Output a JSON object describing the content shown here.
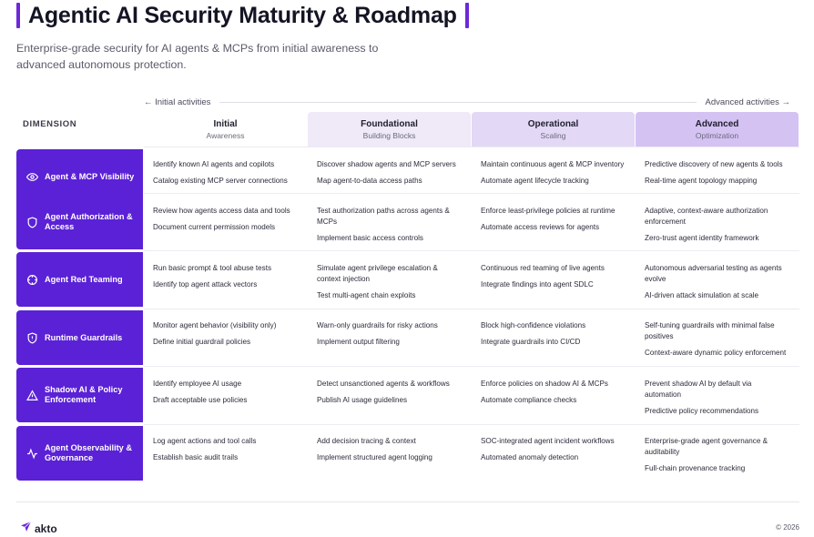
{
  "header": {
    "title": "Agentic AI Security Maturity & Roadmap",
    "subtitle": "Enterprise-grade security for AI agents & MCPs from initial awareness to advanced autonomous protection."
  },
  "progress": {
    "left_label": "← Initial activities",
    "right_label": "Advanced activities →"
  },
  "dimension_header": "DIMENSION",
  "columns": [
    {
      "title": "Initial",
      "subtitle": "Awareness",
      "color": "#ffffff"
    },
    {
      "title": "Foundational",
      "subtitle": "Building Blocks",
      "color": "#efe9f8"
    },
    {
      "title": "Operational",
      "subtitle": "Scaling",
      "color": "#e3d8f6"
    },
    {
      "title": "Advanced",
      "subtitle": "Optimization",
      "color": "#d4c2f3"
    }
  ],
  "rows": [
    {
      "label": "Agent & MCP Visibility",
      "icon": "eye-icon",
      "cells": [
        [
          "Identify known AI agents and copilots",
          "Catalog existing MCP server connections"
        ],
        [
          "Discover shadow agents and MCP servers",
          "Map agent-to-data access paths"
        ],
        [
          "Maintain continuous agent & MCP inventory",
          "Automate agent lifecycle tracking"
        ],
        [
          "Predictive discovery of new agents & tools",
          "Real-time agent topology mapping"
        ]
      ]
    },
    {
      "label": "Agent Authorization & Access",
      "icon": "shield-icon",
      "cells": [
        [
          "Review how agents access data and tools",
          "Document current permission models"
        ],
        [
          "Test authorization paths across agents & MCPs",
          "Implement basic access controls"
        ],
        [
          "Enforce least-privilege policies at runtime",
          "Automate access reviews for agents"
        ],
        [
          "Adaptive, context-aware authorization enforcement",
          "Zero-trust agent identity framework"
        ]
      ]
    },
    {
      "label": "Agent Red Teaming",
      "icon": "crosshair-icon",
      "cells": [
        [
          "Run basic prompt & tool abuse tests",
          "Identify top agent attack vectors"
        ],
        [
          "Simulate agent privilege escalation & context injection",
          "Test multi-agent chain exploits"
        ],
        [
          "Continuous red teaming of live agents",
          "Integrate findings into agent SDLC"
        ],
        [
          "Autonomous adversarial testing as agents evolve",
          "AI-driven attack simulation at scale"
        ]
      ]
    },
    {
      "label": "Runtime Guardrails",
      "icon": "shield-alert-icon",
      "cells": [
        [
          "Monitor agent behavior (visibility only)",
          "Define initial guardrail policies"
        ],
        [
          "Warn-only guardrails for risky actions",
          "Implement output filtering"
        ],
        [
          "Block high-confidence violations",
          "Integrate guardrails into CI/CD"
        ],
        [
          "Self-tuning guardrails with minimal false positives",
          "Context-aware dynamic policy enforcement"
        ]
      ]
    },
    {
      "label": "Shadow AI & Policy Enforcement",
      "icon": "warning-triangle-icon",
      "cells": [
        [
          "Identify employee AI usage",
          "Draft acceptable use policies"
        ],
        [
          "Detect unsanctioned agents & workflows",
          "Publish AI usage guidelines"
        ],
        [
          "Enforce policies on shadow AI & MCPs",
          "Automate compliance checks"
        ],
        [
          "Prevent shadow AI by default via automation",
          "Predictive policy recommendations"
        ]
      ]
    },
    {
      "label": "Agent Observability & Governance",
      "icon": "activity-pulse-icon",
      "cells": [
        [
          "Log agent actions and tool calls",
          "Establish basic audit trails"
        ],
        [
          "Add decision tracing & context",
          "Implement structured agent logging"
        ],
        [
          "SOC-integrated agent incident workflows",
          "Automated anomaly detection"
        ],
        [
          "Enterprise-grade agent governance & auditability",
          "Full-chain provenance tracking"
        ]
      ]
    }
  ],
  "footer": {
    "logo_text": "akto",
    "copyright": "© 2026"
  },
  "colors": {
    "accent": "#6d28d9",
    "row_label_bg": "#5b21d6"
  }
}
